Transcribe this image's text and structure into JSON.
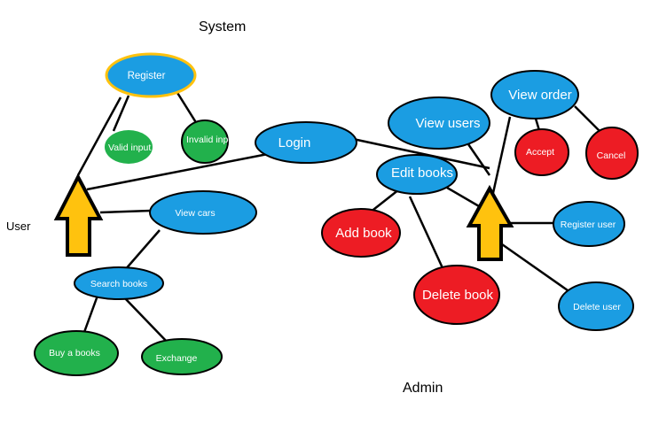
{
  "labels": {
    "system": "System",
    "user": "User",
    "admin": "Admin"
  },
  "nodes": {
    "register": "Register",
    "valid_input": "Valid input",
    "invalid_input": "Invalid input",
    "login": "Login",
    "view_cars": "View cars",
    "search_books": "Search books",
    "buy_books": "Buy a books",
    "exchange": "Exchange",
    "view_users": "View users",
    "view_order": "View order",
    "accept": "Accept",
    "cancel": "Cancel",
    "edit_books": "Edit books",
    "add_book": "Add book",
    "delete_book": "Delete book",
    "register_user": "Register user",
    "delete_user": "Delete user"
  },
  "colors": {
    "blue": "#1b9de2",
    "green": "#22b14c",
    "red": "#ed1c24",
    "arrow": "#ffc20e",
    "register_border": "#ffc20e",
    "line": "#000000"
  }
}
